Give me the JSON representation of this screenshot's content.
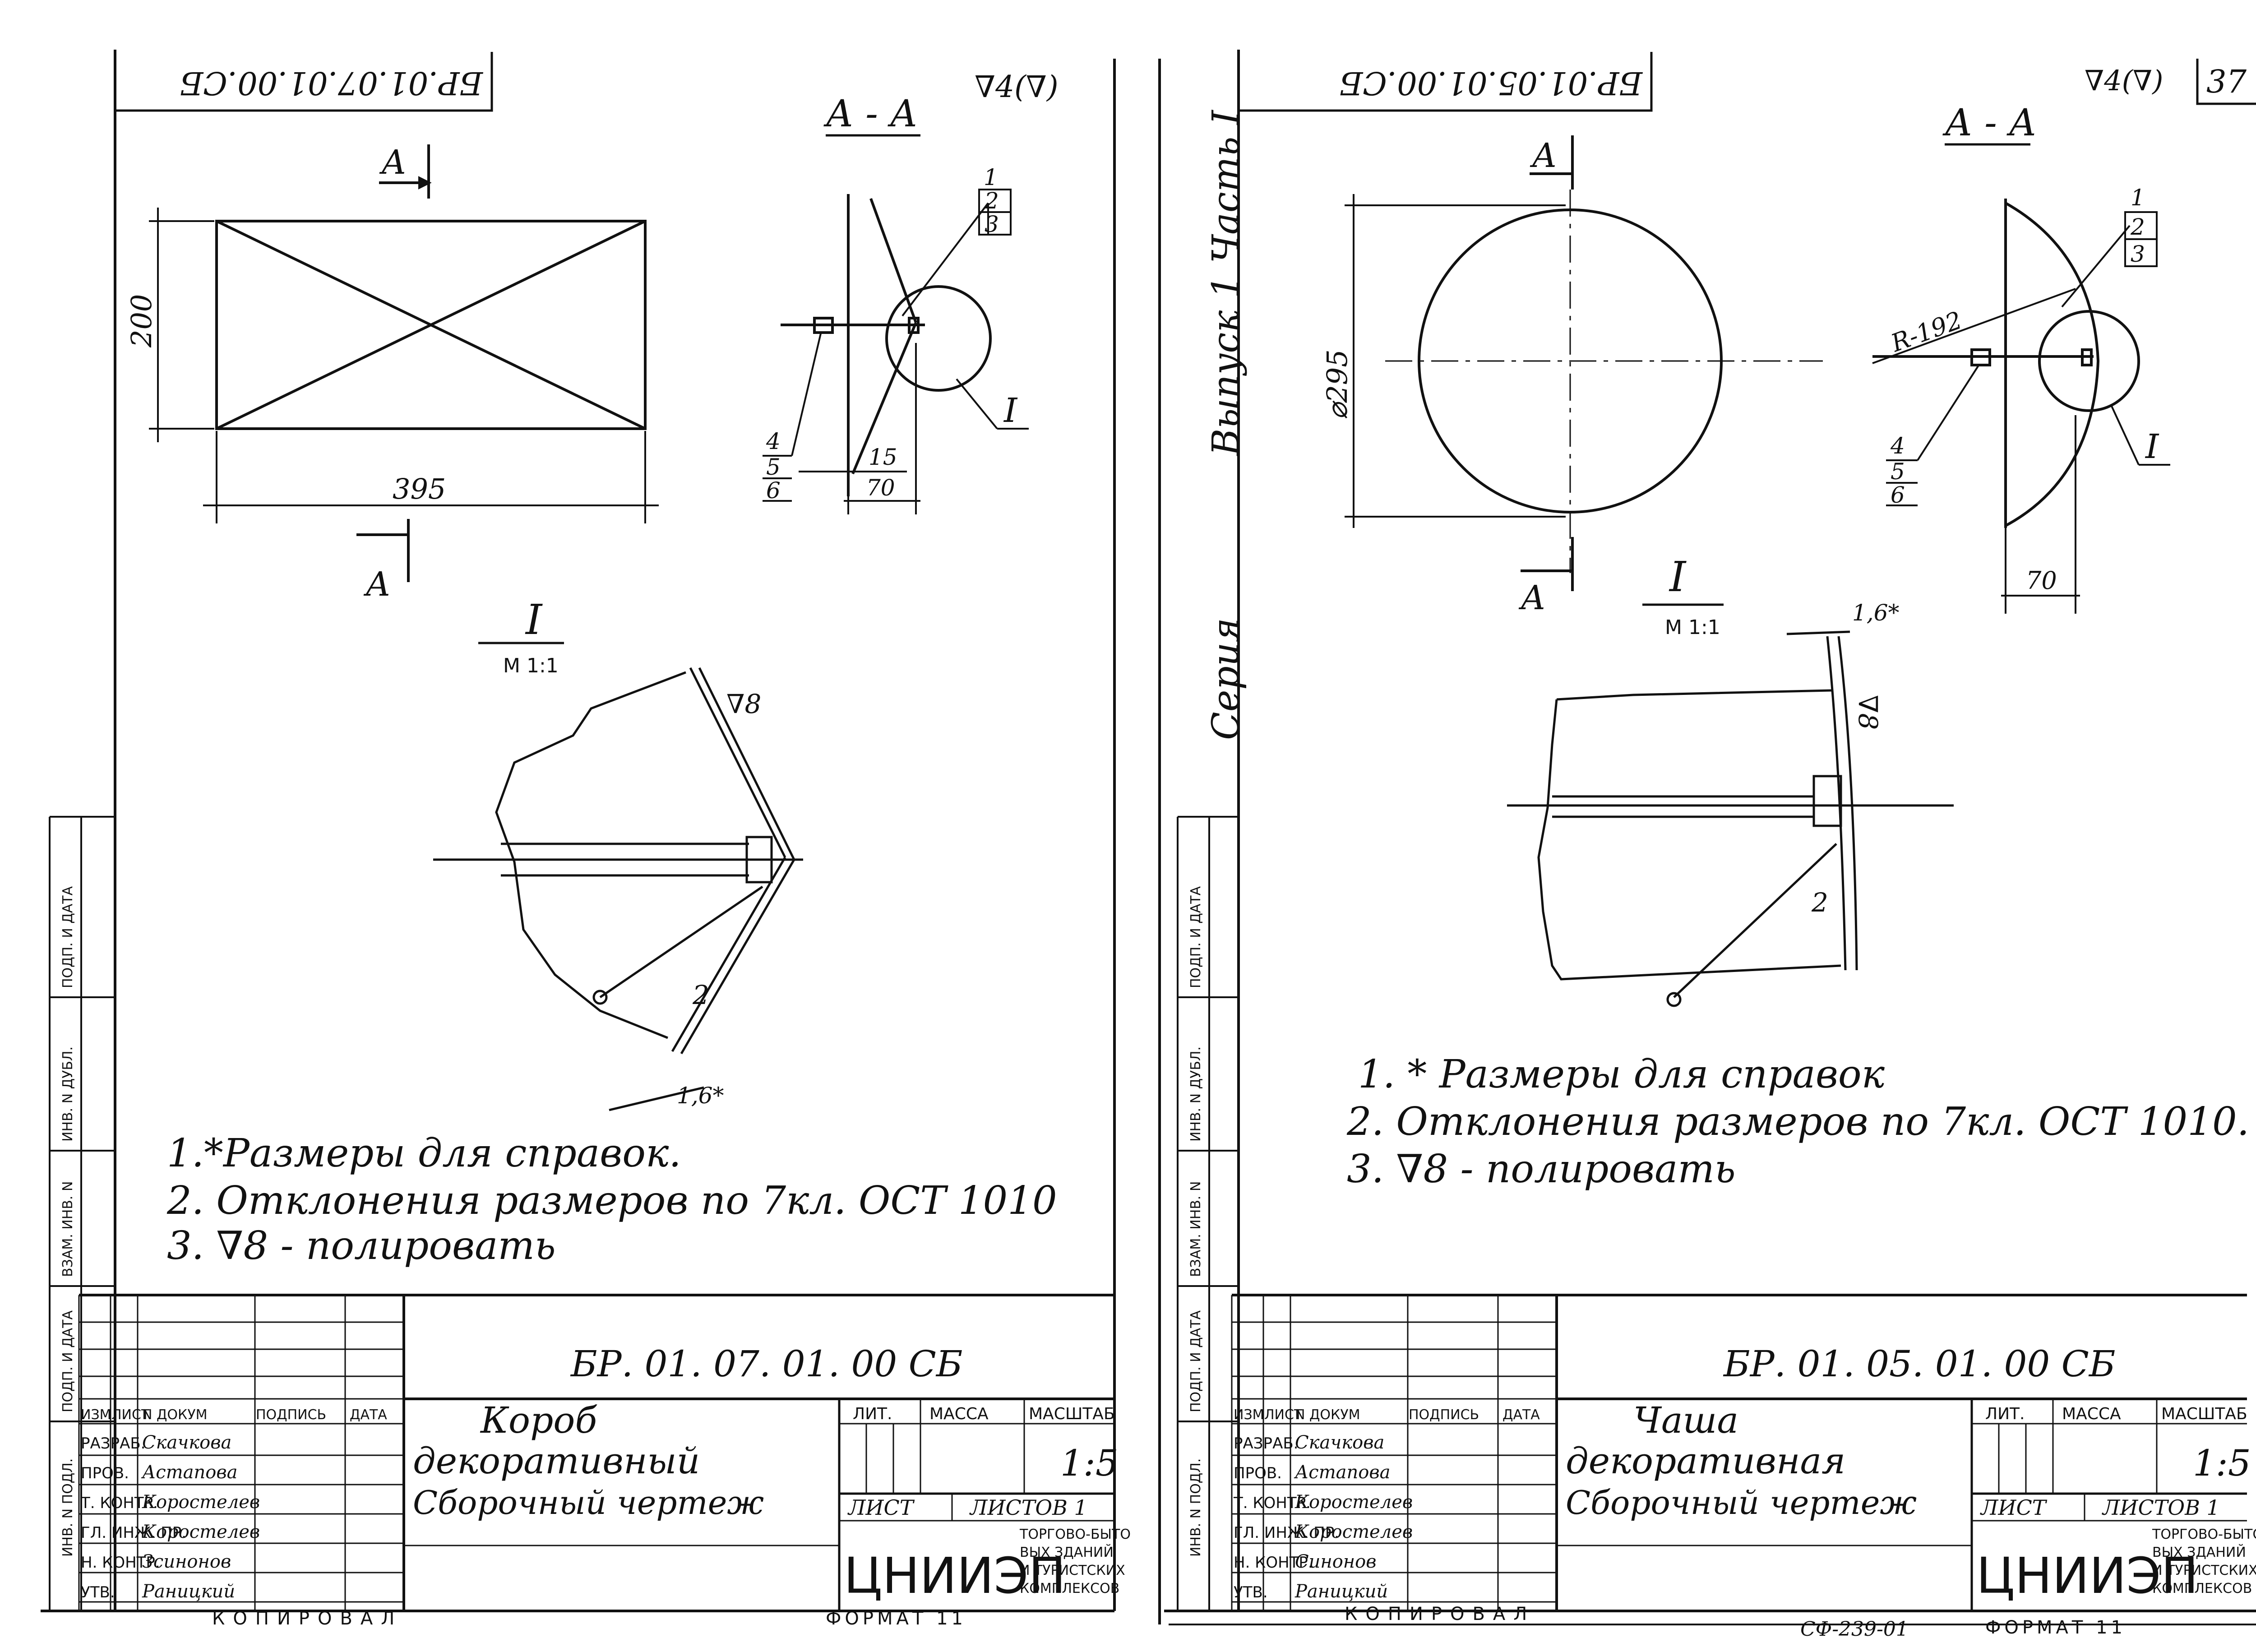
{
  "page_number": "37",
  "series_text": "Выпуск 1 Часть I",
  "series_label": "Серия",
  "copied_label": "КОПИРОВАЛ",
  "format_label": "ФОРМАТ 11",
  "sheet_code": "СФ-239-01",
  "side_stamp_labels": [
    "ИНВ. N ПОДЛ.",
    "ПОДП. И ДАТА",
    "ВЗАМ. ИНВ. N",
    "ИНВ. N ДУБЛ.",
    "ПОДП. И ДАТА"
  ],
  "sheets": [
    {
      "id": "box",
      "mirrored_code": "БР.01.07.01.00.СБ",
      "section_label": "А - А",
      "roughness": "∇4(∇)",
      "section_mark": "А",
      "dim_width": "395",
      "dim_height": "200",
      "dim_15": "15",
      "dim_70": "70",
      "callouts_top": [
        "1",
        "2",
        "3"
      ],
      "callouts_bottom": [
        "4",
        "5",
        "6"
      ],
      "detail_roman": "I",
      "detail_scale": "М 1:1",
      "weld_mark": "∇8",
      "weld_num": "2",
      "dim_thk": "1,6*",
      "notes": [
        "1.*Размеры для справок.",
        "2. Отклонения размеров по 7кл. ОСТ 1010",
        "3. ∇8 - полировать"
      ],
      "title_block": {
        "code": "БР. 01. 07. 01. 00 СБ",
        "name_lines": [
          "Короб",
          "декоративный",
          "Сборочный чертеж"
        ],
        "col_headers": [
          "ИЗМ",
          "ЛИСТ",
          "N ДОКУМ",
          "ПОДПИСЬ",
          "ДАТА"
        ],
        "roles": [
          "РАЗРАБ.",
          "ПРОВ.",
          "Т. КОНТР.",
          "ГЛ. ИНЖ. ПР.",
          "Н. КОНТР.",
          "УТВ."
        ],
        "people": [
          "Скачкова",
          "Астапова",
          "Коростелев",
          "Коростелев",
          "Зсинонов",
          "Раницкий"
        ],
        "lit_label": "ЛИТ.",
        "mass_label": "МАССА",
        "scale_label": "МАСШТАБ",
        "scale": "1:5",
        "sheet_label": "ЛИСТ",
        "sheets_label": "ЛИСТОВ 1",
        "org_logo": "ЦНИИЭП",
        "org_desc": [
          "ТОРГОВО-БЫТО",
          "ВЫХ ЗДАНИЙ",
          "И ТУРИСТСКИХ",
          "КОМПЛЕКСОВ"
        ]
      }
    },
    {
      "id": "bowl",
      "mirrored_code": "БР.01.05.01.00.СБ",
      "section_label": "А - А",
      "roughness": "∇4(∇)",
      "section_mark": "А",
      "dim_diameter": "⌀295",
      "dim_radius": "R-192",
      "dim_70": "70",
      "callouts_top": [
        "1",
        "2",
        "3"
      ],
      "callouts_bottom": [
        "4",
        "5",
        "6"
      ],
      "detail_roman": "I",
      "detail_scale": "М 1:1",
      "weld_mark": "∇8",
      "weld_num": "2",
      "dim_thk": "1,6*",
      "notes": [
        "1. * Размеры для справок",
        "2. Отклонения размеров по 7кл. ОСТ 1010.",
        "3. ∇8 - полировать"
      ],
      "title_block": {
        "code": "БР. 01. 05. 01. 00 СБ",
        "name_lines": [
          "Чаша",
          "декоративная",
          "Сборочный чертеж"
        ],
        "col_headers": [
          "ИЗМ",
          "ЛИСТ",
          "N ДОКУМ",
          "ПОДПИСЬ",
          "ДАТА"
        ],
        "roles": [
          "РАЗРАБ.",
          "ПРОВ.",
          "Т. КОНТР.",
          "ГЛ. ИНЖ. ПР.",
          "Н. КОНТР.",
          "УТВ."
        ],
        "people": [
          "Скачкова",
          "Астапова",
          "Коростелев",
          "Коростелев",
          "Синонов",
          "Раницкий"
        ],
        "lit_label": "ЛИТ.",
        "mass_label": "МАССА",
        "scale_label": "МАСШТАБ",
        "scale": "1:5",
        "sheet_label": "ЛИСТ",
        "sheets_label": "ЛИСТОВ 1",
        "org_logo": "ЦНИИЭП",
        "org_desc": [
          "ТОРГОВО-БЫТО",
          "ВЫХ ЗДАНИЙ",
          "И ТУРИСТСКИХ",
          "КОМПЛЕКСОВ"
        ]
      }
    }
  ]
}
